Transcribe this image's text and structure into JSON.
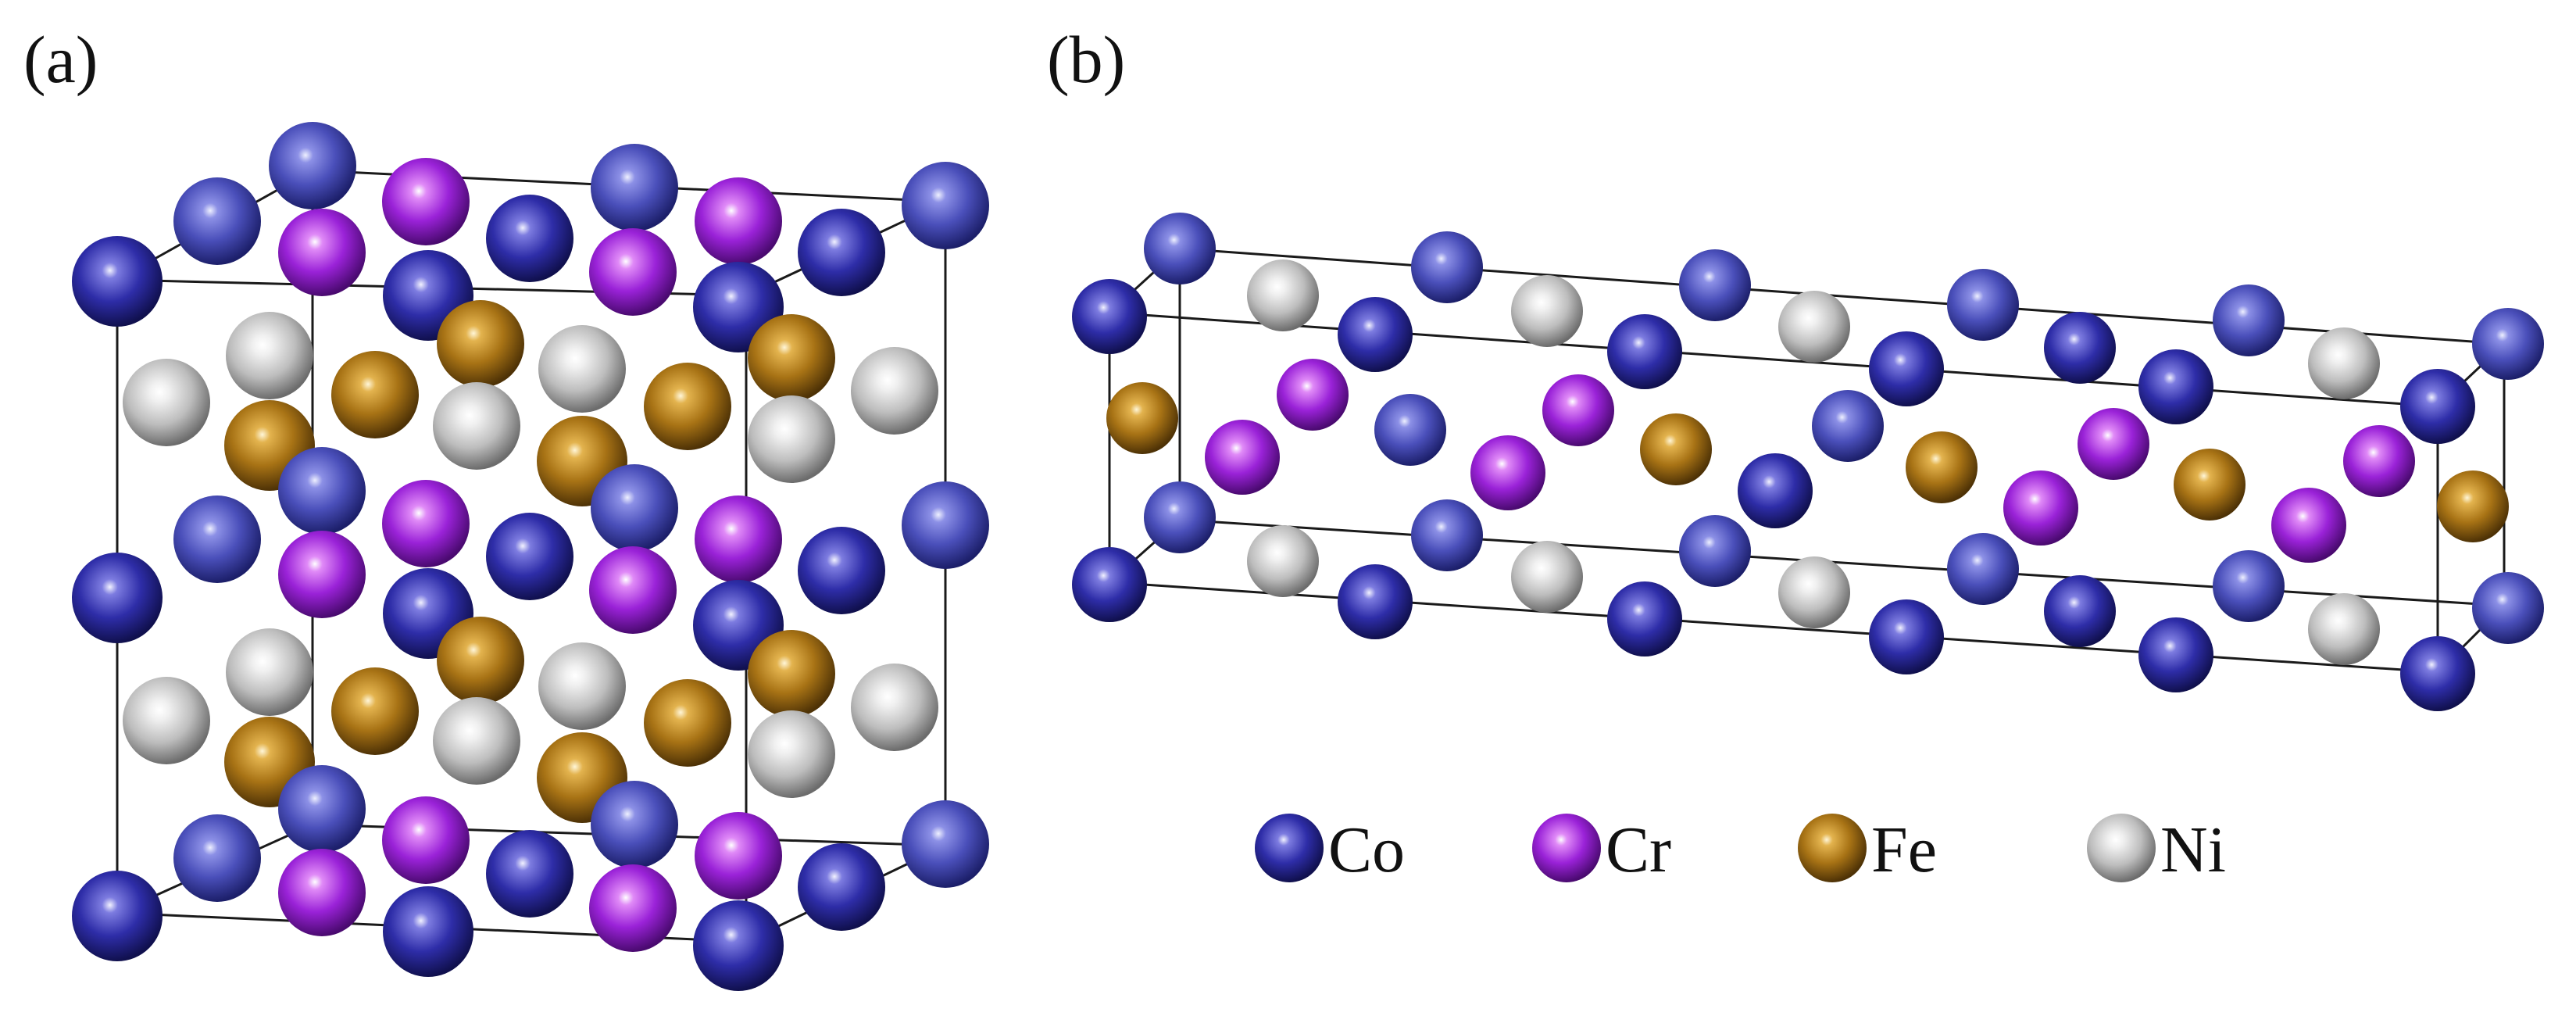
{
  "panels": [
    {
      "label": "(a)"
    },
    {
      "label": "(b)"
    }
  ],
  "legend": [
    {
      "element": "Co",
      "color": "#2b2a9e"
    },
    {
      "element": "Cr",
      "color": "#9a22d8"
    },
    {
      "element": "Fe",
      "color": "#b07a17"
    },
    {
      "element": "Ni",
      "color": "#c9c9c9"
    }
  ]
}
